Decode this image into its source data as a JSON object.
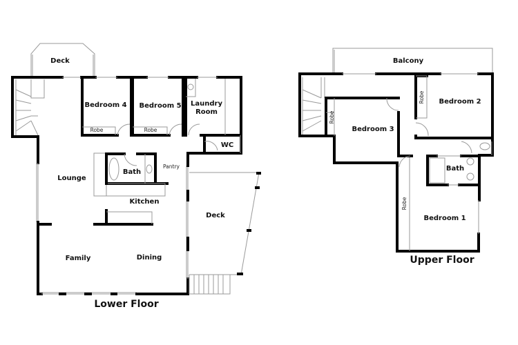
{
  "lower_floor": {
    "title": "Lower Floor",
    "rooms": {
      "deck_top": "Deck",
      "bedroom4": "Bedroom 4",
      "bedroom5": "Bedroom 5",
      "laundry_line1": "Laundry",
      "laundry_line2": "Room",
      "robe1": "Robe",
      "robe2": "Robe",
      "wc": "WC",
      "bath": "Bath",
      "pantry": "Pantry",
      "lounge": "Lounge",
      "kitchen": "Kitchen",
      "deck_right": "Deck",
      "family": "Family",
      "dining": "Dining"
    }
  },
  "upper_floor": {
    "title": "Upper Floor",
    "rooms": {
      "balcony": "Balcony",
      "bedroom2": "Bedroom 2",
      "bedroom3": "Bedroom 3",
      "robe_b2": "Robe",
      "robe_b3": "Robe",
      "bath": "Bath",
      "robe_b1": "Robe",
      "bedroom1": "Bedroom 1"
    }
  }
}
